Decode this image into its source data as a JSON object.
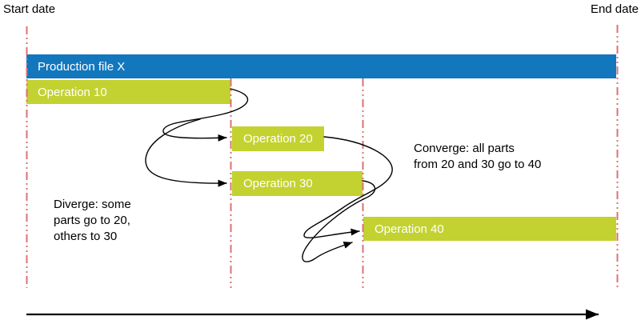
{
  "labels": {
    "start_date": "Start date",
    "end_date": "End date"
  },
  "bars": {
    "production": {
      "label": "Production file X",
      "color": "#1277bd"
    },
    "op10": {
      "label": "Operation 10",
      "color": "#c3d230"
    },
    "op20": {
      "label": "Operation 20",
      "color": "#c3d230"
    },
    "op30": {
      "label": "Operation 30",
      "color": "#c3d230"
    },
    "op40": {
      "label": "Operation 40",
      "color": "#c3d230"
    }
  },
  "annotations": {
    "diverge": {
      "lines": [
        "Diverge: some",
        "parts go to 20,",
        "others to 30"
      ]
    },
    "converge": {
      "lines": [
        "Converge: all parts",
        "from 20 and 30 go to 40"
      ]
    }
  },
  "colors": {
    "bar-blue": "#1277bd",
    "bar-green": "#c3d230",
    "dateline-red": "#dd7175",
    "ink": "#000000",
    "bg": "#ffffff"
  }
}
